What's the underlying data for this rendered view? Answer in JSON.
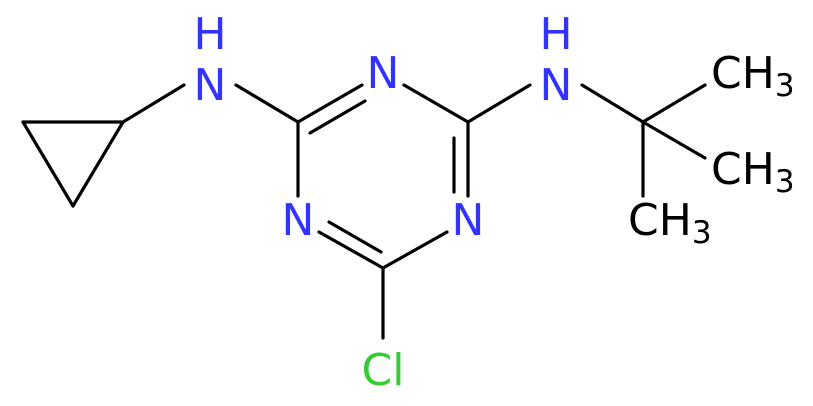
{
  "molecule": {
    "atoms": {
      "ring_n_top": {
        "symbol": "N",
        "color": "#3333ff"
      },
      "ring_n_left": {
        "symbol": "N",
        "color": "#3333ff"
      },
      "ring_n_right": {
        "symbol": "N",
        "color": "#3333ff"
      },
      "amine_left": {
        "symbol": "N",
        "hydrogen": "H",
        "color": "#3333ff"
      },
      "amine_right": {
        "symbol": "N",
        "hydrogen": "H",
        "color": "#3333ff"
      },
      "chlorine": {
        "symbol": "Cl",
        "color": "#33cc33"
      },
      "methyl_1": {
        "text": "CH",
        "subscript": "3",
        "color": "#000000"
      },
      "methyl_2": {
        "text": "CH",
        "subscript": "3",
        "color": "#000000"
      },
      "methyl_3": {
        "text": "CH",
        "subscript": "3",
        "color": "#000000"
      }
    },
    "bond_color": "#000000"
  }
}
